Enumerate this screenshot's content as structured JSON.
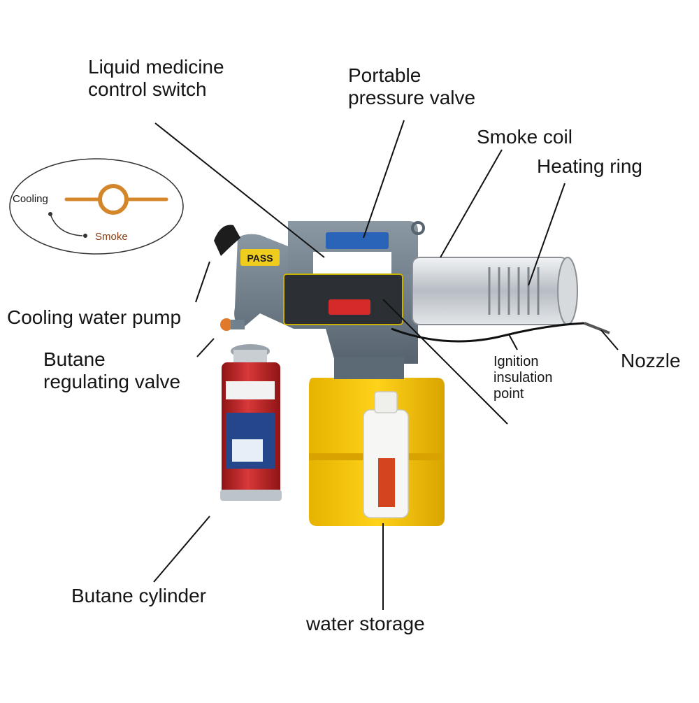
{
  "labels": {
    "liquid_medicine_switch": [
      "Liquid medicine",
      "control switch"
    ],
    "pressure_valve": [
      "Portable",
      "pressure valve"
    ],
    "smoke_coil": "Smoke coil",
    "heating_ring": "Heating ring",
    "cooling_water_pump": "Cooling water pump",
    "butane_valve": [
      "Butane",
      "regulating valve"
    ],
    "nozzle": "Nozzle",
    "ignition_point": [
      "Ignition",
      "insulation",
      "point"
    ],
    "butane_cylinder": "Butane cylinder",
    "water_storage": "water storage"
  },
  "inset": {
    "cooling": "Cooling",
    "smoke": "Smoke"
  },
  "device": {
    "badge": "PASS"
  },
  "colors": {
    "body": "#6f7f8c",
    "body_dark": "#4d5a66",
    "tank": "#f3c400",
    "cylinder": "#c22a2a",
    "accent": "#d4862a"
  }
}
